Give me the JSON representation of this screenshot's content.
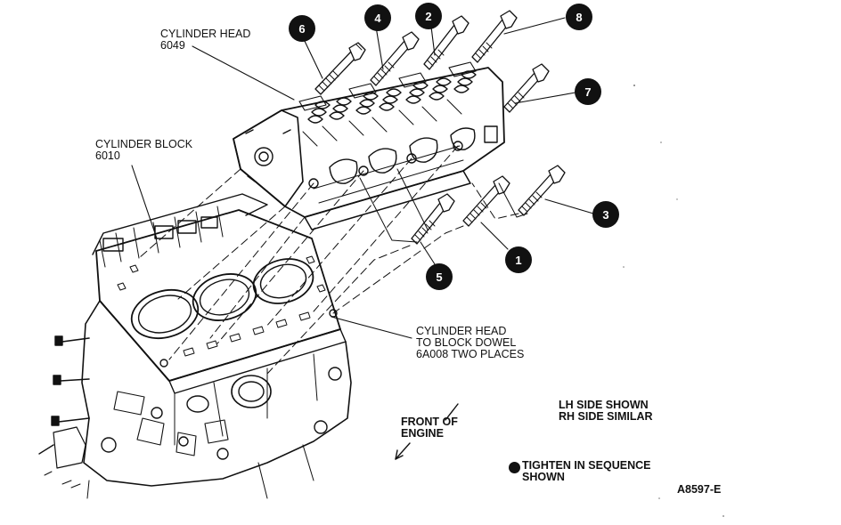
{
  "labels": {
    "cylinder_head": {
      "line1": "CYLINDER HEAD",
      "line2": "6049"
    },
    "cylinder_block": {
      "line1": "CYLINDER BLOCK",
      "line2": "6010"
    },
    "dowel": {
      "line1": "CYLINDER HEAD",
      "line2": "TO BLOCK DOWEL",
      "line3": "6A008 TWO PLACES"
    },
    "front": {
      "line1": "FRONT OF",
      "line2": "ENGINE"
    },
    "side": {
      "line1": "LH SIDE SHOWN",
      "line2": "RH SIDE SIMILAR"
    },
    "legend": {
      "line1": "TIGHTEN IN SEQUENCE",
      "line2": "SHOWN"
    },
    "figure_code": "A8597-E"
  },
  "callouts": [
    "1",
    "2",
    "3",
    "4",
    "5",
    "6",
    "7",
    "8"
  ],
  "colors": {
    "ink": "#111111",
    "paper": "#ffffff"
  },
  "icons": {
    "legend_marker": "filled-circle-icon",
    "direction": "arrow-down-left-icon"
  }
}
